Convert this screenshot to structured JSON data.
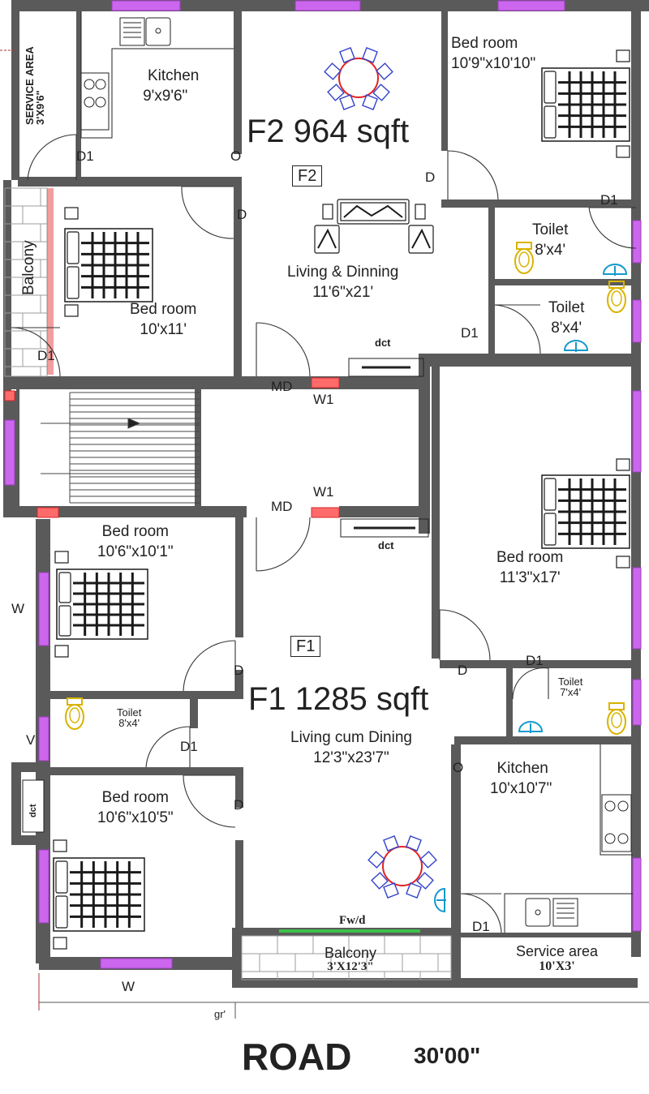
{
  "flats": [
    {
      "code": "F2",
      "title": "F2 964 sqft"
    },
    {
      "code": "F1",
      "title": "F1 1285 sqft"
    }
  ],
  "rooms": {
    "kitchen_f2": {
      "name": "Kitchen",
      "dim": "9'x9'6\""
    },
    "service_area_f2": {
      "name": "SERVICE AREA",
      "dim": "3'X9'6\""
    },
    "bed_f2_right": {
      "name": "Bed room",
      "dim": "10'9\"x10'10\""
    },
    "living_f2": {
      "name": "Living & Dinning",
      "dim": "11'6\"x21'"
    },
    "balcony_f2": {
      "name": "Balcony"
    },
    "bed_f2_left": {
      "name": "Bed room",
      "dim": "10'x11'"
    },
    "toilet_f2_a": {
      "name": "Toilet",
      "dim": "8'x4'"
    },
    "toilet_f2_b": {
      "name": "Toilet",
      "dim": "8'x4'"
    },
    "bed_f1_right": {
      "name": "Bed room",
      "dim": "11'3\"x17'"
    },
    "bed_f1_left_top": {
      "name": "Bed room",
      "dim": "10'6\"x10'1\""
    },
    "toilet_f1_left": {
      "name": "Toilet",
      "dim": "8'x4'"
    },
    "living_f1": {
      "name": "Living cum Dining",
      "dim": "12'3\"x23'7\""
    },
    "toilet_f1_right": {
      "name": "Toilet",
      "dim": "7'x4'"
    },
    "kitchen_f1": {
      "name": "Kitchen",
      "dim": "10'x10'7\""
    },
    "bed_f1_left_bottom": {
      "name": "Bed room",
      "dim": "10'6\"x10'5\""
    },
    "balcony_f1": {
      "name": "Balcony",
      "dim": "3'X12'3\""
    },
    "service_area_f1": {
      "name": "Service area",
      "dim": "10'X3'"
    }
  },
  "openings": {
    "d1": "D1",
    "d": "D",
    "o": "O",
    "md": "MD",
    "w1": "W1",
    "w": "W",
    "v": "V",
    "fwd": "Fw/d",
    "dct": "dct",
    "gr": "gr'"
  },
  "road": {
    "label": "ROAD",
    "width": "30'00\""
  },
  "colors": {
    "wall": "#555555",
    "window": "#cc66ee",
    "furniture": "#1a1a1a",
    "dining": "#e32222",
    "chairs": "#3344cc",
    "toilet": "#d9b300",
    "basin": "#1499cc",
    "balcony": "#9c9c9c",
    "grille": "#ff4444"
  }
}
